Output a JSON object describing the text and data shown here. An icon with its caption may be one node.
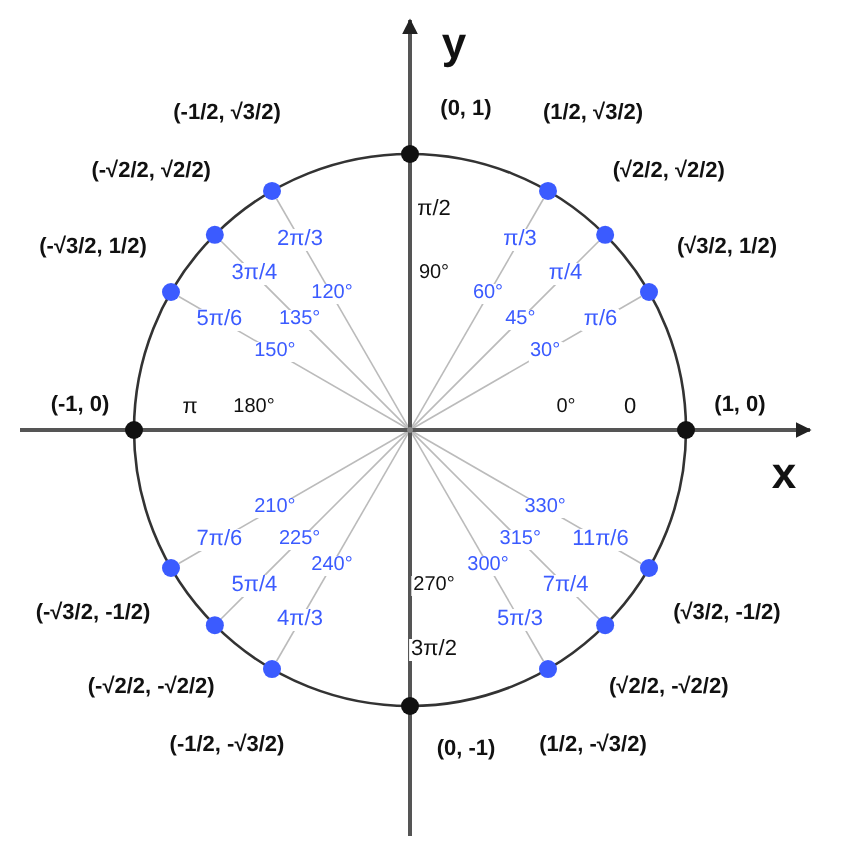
{
  "diagram": {
    "nodes": [
      {
        "text": [],
        "shape": "circle",
        "beside": [
          "(1, 0)",
          "0",
          "0°"
        ]
      },
      {
        "text": [],
        "shape": "circle",
        "beside": [
          "(√3/2, 1/2)",
          "π/6",
          "30°"
        ]
      },
      {
        "text": [],
        "shape": "circle",
        "beside": [
          "(√2/2, √2/2)",
          "π/4",
          "45°"
        ]
      },
      {
        "text": [],
        "shape": "circle",
        "beside": [
          "(1/2, √3/2)",
          "π/3",
          "60°"
        ]
      },
      {
        "text": [],
        "shape": "circle",
        "beside": [
          "(0, 1)",
          "π/2",
          "90°"
        ]
      },
      {
        "text": [],
        "shape": "circle",
        "beside": [
          "(-1/2, √3/2)",
          "2π/3",
          "120°"
        ]
      },
      {
        "text": [],
        "shape": "circle",
        "beside": [
          "(-√2/2, √2/2)",
          "3π/4",
          "135°"
        ]
      },
      {
        "text": [],
        "shape": "circle",
        "beside": [
          "(-√3/2, 1/2)",
          "5π/6",
          "150°"
        ]
      },
      {
        "text": [],
        "shape": "circle",
        "beside": [
          "(-1, 0)",
          "π",
          "180°"
        ]
      },
      {
        "text": [],
        "shape": "circle",
        "beside": [
          "(-√3/2, -1/2)",
          "7π/6",
          "210°"
        ]
      },
      {
        "text": [],
        "shape": "circle",
        "beside": [
          "(-√2/2, -√2/2)",
          "5π/4",
          "225°"
        ]
      },
      {
        "text": [],
        "shape": "circle",
        "beside": [
          "(-1/2, -√3/2)",
          "4π/3",
          "240°"
        ]
      },
      {
        "text": [],
        "shape": "circle",
        "beside": [
          "(0, -1)",
          "3π/2",
          "270°"
        ]
      },
      {
        "text": [],
        "shape": "circle",
        "beside": [
          "(1/2, -√3/2)",
          "5π/3",
          "300°"
        ]
      },
      {
        "text": [],
        "shape": "circle",
        "beside": [
          "(√2/2, -√2/2)",
          "7π/4",
          "315°"
        ]
      },
      {
        "text": [],
        "shape": "circle",
        "beside": [
          "(√3/2, -1/2)",
          "11π/6",
          "330°"
        ]
      },
      {
        "text": [],
        "shape": "point"
      }
    ],
    "edges": [
      {
        "from": 16,
        "to": 1,
        "arrow": "none"
      },
      {
        "from": 16,
        "to": 2,
        "arrow": "none"
      },
      {
        "from": 16,
        "to": 3,
        "arrow": "none"
      },
      {
        "from": 16,
        "to": 5,
        "arrow": "none"
      },
      {
        "from": 16,
        "to": 6,
        "arrow": "none"
      },
      {
        "from": 16,
        "to": 7,
        "arrow": "none"
      },
      {
        "from": 16,
        "to": 9,
        "arrow": "none"
      },
      {
        "from": 16,
        "to": 10,
        "arrow": "none"
      },
      {
        "from": 16,
        "to": 11,
        "arrow": "none"
      },
      {
        "from": 16,
        "to": 13,
        "arrow": "none"
      },
      {
        "from": 16,
        "to": 14,
        "arrow": "none"
      },
      {
        "from": 16,
        "to": 15,
        "arrow": "none"
      }
    ],
    "labels": [
      "y",
      "x"
    ]
  }
}
